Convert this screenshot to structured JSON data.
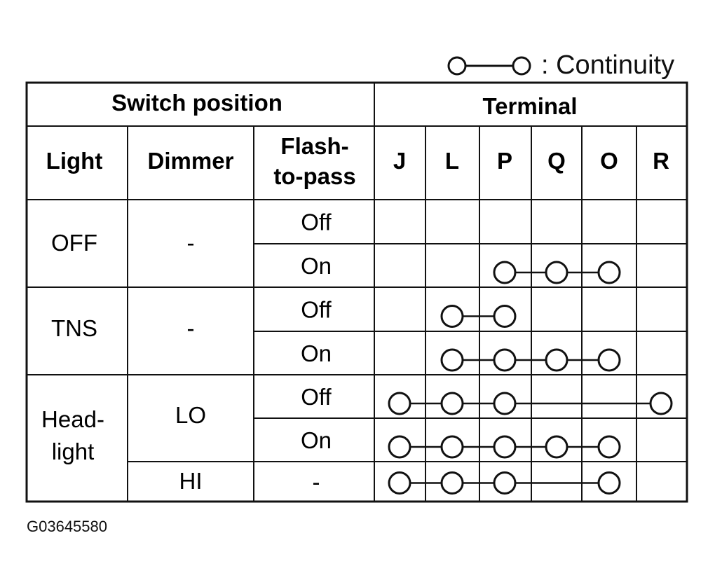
{
  "legend": {
    "text": ": Continuity"
  },
  "headers": {
    "switch_position": "Switch position",
    "terminal": "Terminal",
    "light": "Light",
    "dimmer": "Dimmer",
    "flash_line1": "Flash-",
    "flash_line2": "to-pass"
  },
  "terminals": [
    "J",
    "L",
    "P",
    "Q",
    "O",
    "R"
  ],
  "light_groups": [
    {
      "lines": [
        "OFF"
      ]
    },
    {
      "lines": [
        "TNS"
      ]
    },
    {
      "lines": [
        "Head-",
        "light"
      ]
    }
  ],
  "dimmer_groups": [
    {
      "label": "-"
    },
    {
      "label": "-"
    },
    {
      "label": "LO"
    },
    {
      "label": "HI"
    }
  ],
  "rows": [
    {
      "flash": "Off",
      "continuity": []
    },
    {
      "flash": "On",
      "continuity": [
        "P",
        "Q",
        "O"
      ]
    },
    {
      "flash": "Off",
      "continuity": [
        "L",
        "P"
      ]
    },
    {
      "flash": "On",
      "continuity": [
        "L",
        "P",
        "Q",
        "O"
      ]
    },
    {
      "flash": "Off",
      "continuity": [
        "J",
        "L",
        "P",
        "R"
      ]
    },
    {
      "flash": "On",
      "continuity": [
        "J",
        "L",
        "P",
        "Q",
        "O"
      ]
    },
    {
      "flash": "-",
      "continuity": [
        "J",
        "L",
        "P",
        "O"
      ]
    }
  ],
  "figure_id": "G03645580"
}
